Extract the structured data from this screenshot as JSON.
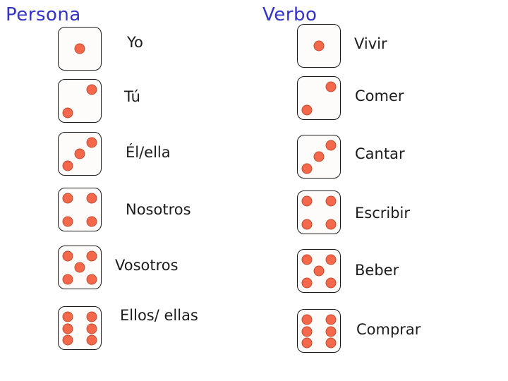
{
  "headings": {
    "persona": "Persona",
    "verbo": "Verbo"
  },
  "rows": [
    {
      "die": 1,
      "persona": "Yo",
      "verbo": "Vivir"
    },
    {
      "die": 2,
      "persona": "Tú",
      "verbo": "Comer"
    },
    {
      "die": 3,
      "persona": "Él/ella",
      "verbo": "Cantar"
    },
    {
      "die": 4,
      "persona": "Nosotros",
      "verbo": "Escribir"
    },
    {
      "die": 5,
      "persona": "Vosotros",
      "verbo": "Beber"
    },
    {
      "die": 6,
      "persona": "Ellos/ ellas",
      "verbo": "Comprar"
    }
  ],
  "colors": {
    "background": "#ffffff",
    "heading": "#3534c9",
    "text": "#1c1c1c",
    "die_bg": "#fdfcfa",
    "die_border": "#1a1a1a",
    "pip_fill": "#f3684a",
    "pip_border": "#c24b31"
  }
}
